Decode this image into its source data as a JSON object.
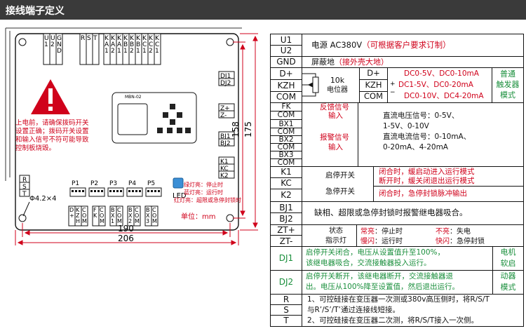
{
  "header": {
    "title": "接线端子定义"
  },
  "board": {
    "top_terminals": [
      "U1",
      "U2",
      "GND",
      "R",
      "S",
      "T",
      "KA1",
      "KA2",
      "KA1",
      "KB1",
      "KB2",
      "KB1",
      "KC1",
      "KC2",
      "KC1"
    ],
    "top_terminals_short": [
      [
        "U",
        "1"
      ],
      [
        "U",
        "2"
      ],
      [
        "G",
        "N",
        "D"
      ],
      [
        "R"
      ],
      [
        "S"
      ],
      [
        "T"
      ],
      [
        "K",
        "A",
        "1"
      ],
      [
        "K",
        "A",
        "2"
      ],
      [
        "K",
        "A",
        "1"
      ],
      [
        "K",
        "B",
        "1"
      ],
      [
        "K",
        "B",
        "2"
      ],
      [
        "K",
        "B",
        "1"
      ],
      [
        "K",
        "C",
        "1"
      ],
      [
        "K",
        "C",
        "2"
      ],
      [
        "K",
        "C",
        "1"
      ]
    ],
    "right_terminals": [
      "DJ1",
      "DJ2",
      "Z+",
      "Z-",
      "BJ1",
      "BJ2",
      "K1",
      "KC",
      "K2"
    ],
    "left_terminals": [
      "R",
      "S",
      "T"
    ],
    "module_label": "MBN-02",
    "warning_text": [
      "上电前，请确保拨码开关",
      "设置正确；拨码开关设置",
      "和输入信号不符可能导致",
      "控制板烧毁。"
    ],
    "hole_label": "Φ4.2×4",
    "dip_labels": [
      "P1",
      "P2",
      "P3",
      "P4",
      "P5"
    ],
    "led_label": "LED",
    "led_legend": [
      "绿灯亮：停止时",
      "蓝灯亮：运行时",
      "红灯亮：超限或急停封锁时"
    ],
    "bottom_terminals": [
      [
        "D",
        "+"
      ],
      [
        "K",
        "Z",
        "H"
      ],
      [
        "C",
        "O",
        "M"
      ],
      [
        "F",
        "K"
      ],
      [
        "C",
        "O",
        "M"
      ],
      [
        "B",
        "X",
        "1"
      ],
      [
        "C",
        "O",
        "M"
      ],
      [
        "B",
        "X",
        "2"
      ],
      [
        "C",
        "O",
        "M"
      ],
      [
        "B",
        "X",
        "3"
      ],
      [
        "C",
        "O",
        "M"
      ]
    ],
    "unit_label": "单位：mm",
    "dim_190": "190",
    "dim_206": "206",
    "dim_158": "158",
    "dim_175": "175"
  },
  "table": {
    "power": {
      "labels": [
        "U1",
        "U2"
      ],
      "text": "电源 AC380V",
      "note": "（可根据客户要求订制）"
    },
    "gnd": {
      "label": "GND",
      "text": "屏蔽地",
      "note": "（接外壳大地）"
    },
    "trigger": {
      "labels": [
        "D+",
        "KZH",
        "COM"
      ],
      "pot": [
        "10k",
        "电位器"
      ],
      "inner_labels": [
        "D+",
        "KZH",
        "COM"
      ],
      "signals": [
        "DC0-5V、DC0-10mA",
        "DC1-5V、DC0-20mA",
        "DC0-10V、DC4-20mA"
      ],
      "mode": [
        "普通",
        "触发器",
        "模式"
      ]
    },
    "feedback": {
      "labels": [
        "FK",
        "COM"
      ],
      "text": [
        "反馈信号",
        "输入"
      ]
    },
    "alarm": {
      "labels": [
        "BX1",
        "COM",
        "BX2",
        "COM",
        "BX3",
        "COM"
      ],
      "text": [
        "报警信号",
        "输入"
      ]
    },
    "signal_desc": [
      "直流电压信号：0-5V、",
      "1-5V、0-10V",
      "直流电流信号：0-10mA、",
      "0-20mA、4-20mA"
    ],
    "kcontrol": {
      "labels": [
        "K1",
        "KC",
        "K2"
      ],
      "start_stop": "启停开关",
      "start_close": "闭合时，缓启动进入运行模式",
      "start_open": "断开时，缓关闭退出运行模式",
      "estop": "急停开关",
      "estop_desc": "闭合时，急停封锁脉冲输出"
    },
    "bj": {
      "labels": [
        "BJ1",
        "BJ2"
      ],
      "text": "缺相、超限或急停封锁时报警继电器吸合。"
    },
    "zled": {
      "labels": [
        "ZT+",
        "ZT-"
      ],
      "name": [
        "状态",
        "指示灯"
      ],
      "normal_k": "常亮",
      "normal_v": "：停止时",
      "slow_k": "慢闪",
      "slow_v": "：运行时",
      "off_k": "不亮",
      "off_v": "：失电",
      "fast_k": "快闪",
      "fast_v": "：急停封锁"
    },
    "dj": {
      "labels": [
        "DJ1",
        "DJ2"
      ],
      "dj1": [
        "启停开关闭合，电压从设置值升至100%，",
        "该继电器吸合，交流接触器投入运行。"
      ],
      "dj2": [
        "启停开关断开，该继电器断开，交流接触器退",
        "出。电压从100%降至设置值，然后退出运行。"
      ],
      "mode": [
        "电机",
        "软启",
        "动器",
        "模式"
      ]
    },
    "rst": {
      "labels": [
        "R",
        "S",
        "T"
      ],
      "lines": [
        "1、可控硅接在变压器一次测或380v高压侧时，将R/S/T",
        "与R’/S’/T’通过连接线短接。",
        "2、可控硅接在变压器二次测，将R/S/T接入一次侧。"
      ]
    }
  }
}
